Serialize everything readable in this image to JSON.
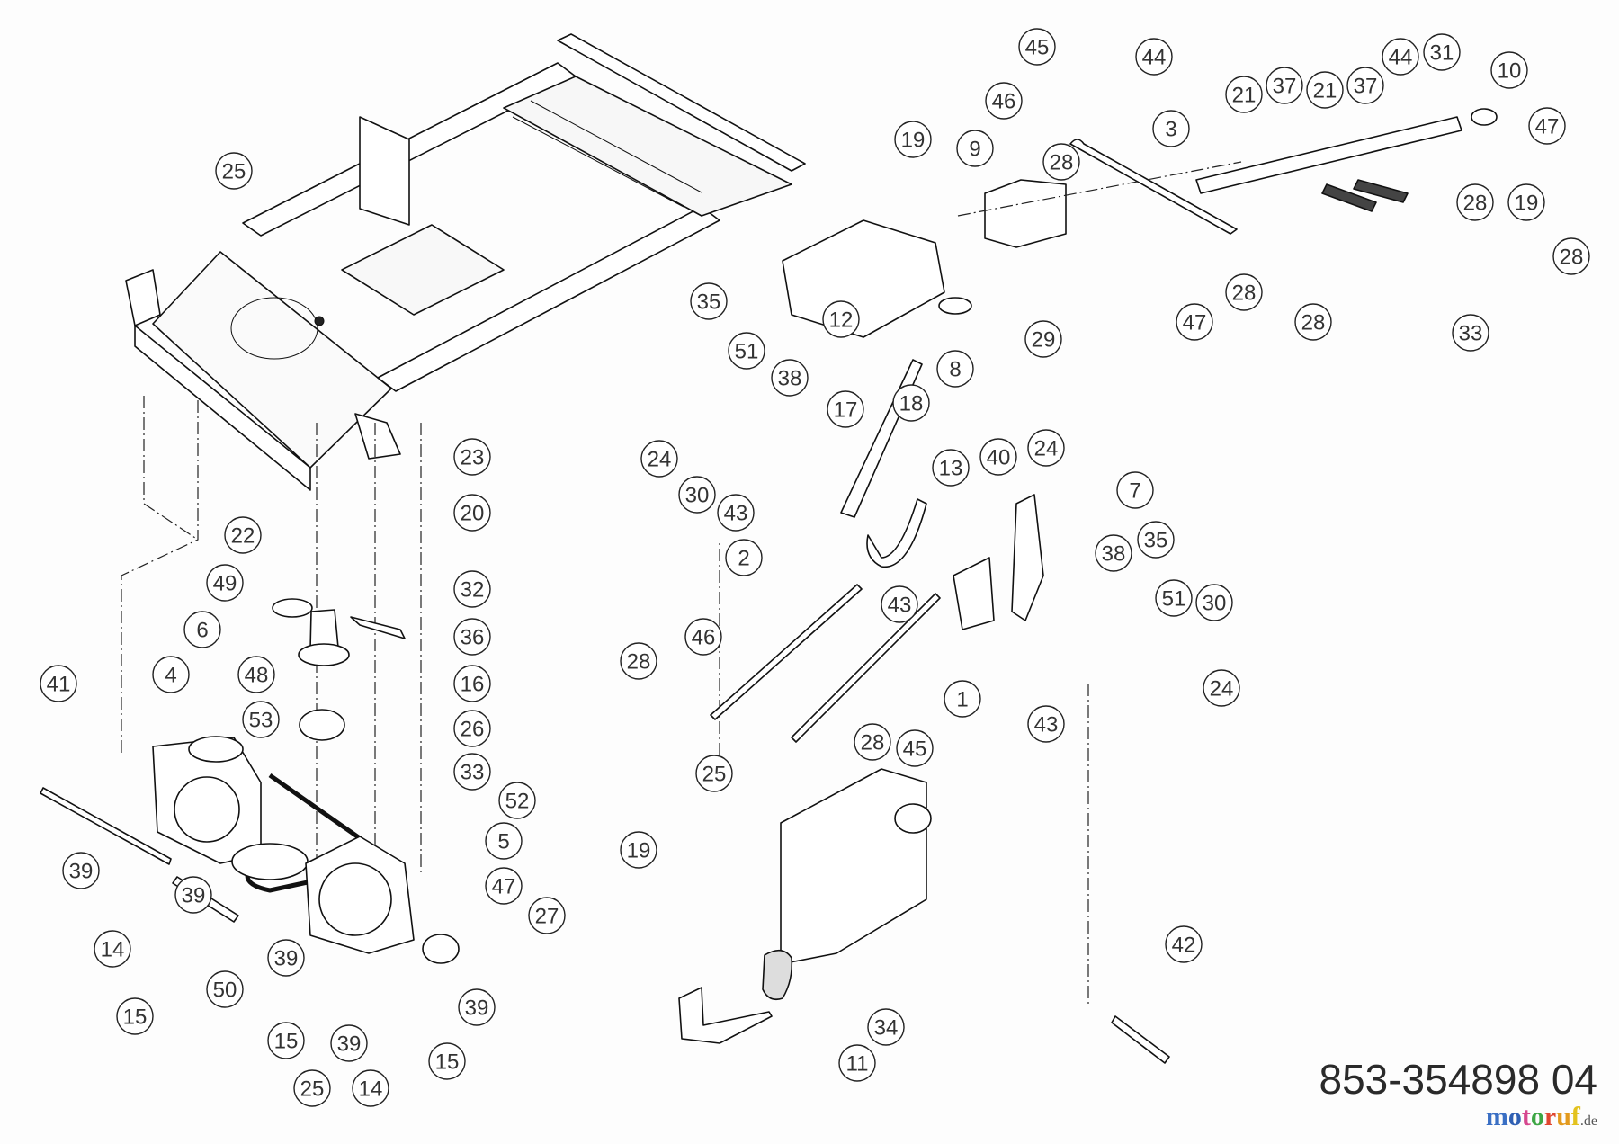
{
  "diagram": {
    "title": "Exploded parts diagram — frame, drive transmission and control linkage",
    "document_number": "853-354898 04",
    "watermark": {
      "letters": [
        "m",
        "o",
        "t",
        "o",
        "r",
        "u",
        "f"
      ],
      "letter_colors": [
        "#3a6fc4",
        "#2f5fb3",
        "#d6478f",
        "#3ea645",
        "#e0462f",
        "#e39a1e",
        "#e3c21e"
      ],
      "tld": ".de"
    },
    "callouts": [
      {
        "id": "c-25a",
        "label": "25"
      },
      {
        "id": "c-23",
        "label": "23"
      },
      {
        "id": "c-22",
        "label": "22"
      },
      {
        "id": "c-20",
        "label": "20"
      },
      {
        "id": "c-49",
        "label": "49"
      },
      {
        "id": "c-32",
        "label": "32"
      },
      {
        "id": "c-6",
        "label": "6"
      },
      {
        "id": "c-36",
        "label": "36"
      },
      {
        "id": "c-48",
        "label": "48"
      },
      {
        "id": "c-16",
        "label": "16"
      },
      {
        "id": "c-53",
        "label": "53"
      },
      {
        "id": "c-41",
        "label": "41"
      },
      {
        "id": "c-4",
        "label": "4"
      },
      {
        "id": "c-26",
        "label": "26"
      },
      {
        "id": "c-33a",
        "label": "33"
      },
      {
        "id": "c-52",
        "label": "52"
      },
      {
        "id": "c-5",
        "label": "5"
      },
      {
        "id": "c-47a",
        "label": "47"
      },
      {
        "id": "c-39a",
        "label": "39"
      },
      {
        "id": "c-39b",
        "label": "39"
      },
      {
        "id": "c-14a",
        "label": "14"
      },
      {
        "id": "c-15a",
        "label": "15"
      },
      {
        "id": "c-50",
        "label": "50"
      },
      {
        "id": "c-39c",
        "label": "39"
      },
      {
        "id": "c-15b",
        "label": "15"
      },
      {
        "id": "c-25b",
        "label": "25"
      },
      {
        "id": "c-39d",
        "label": "39"
      },
      {
        "id": "c-14b",
        "label": "14"
      },
      {
        "id": "c-27",
        "label": "27"
      },
      {
        "id": "c-39e",
        "label": "39"
      },
      {
        "id": "c-15c",
        "label": "15"
      },
      {
        "id": "c-35a",
        "label": "35"
      },
      {
        "id": "c-51a",
        "label": "51"
      },
      {
        "id": "c-38a",
        "label": "38"
      },
      {
        "id": "c-12",
        "label": "12"
      },
      {
        "id": "c-17",
        "label": "17"
      },
      {
        "id": "c-18",
        "label": "18"
      },
      {
        "id": "c-8",
        "label": "8"
      },
      {
        "id": "c-24a",
        "label": "24"
      },
      {
        "id": "c-30a",
        "label": "30"
      },
      {
        "id": "c-43a",
        "label": "43"
      },
      {
        "id": "c-13",
        "label": "13"
      },
      {
        "id": "c-40",
        "label": "40"
      },
      {
        "id": "c-24b",
        "label": "24"
      },
      {
        "id": "c-7",
        "label": "7"
      },
      {
        "id": "c-2",
        "label": "2"
      },
      {
        "id": "c-43b",
        "label": "43"
      },
      {
        "id": "c-38b",
        "label": "38"
      },
      {
        "id": "c-35b",
        "label": "35"
      },
      {
        "id": "c-51b",
        "label": "51"
      },
      {
        "id": "c-30b",
        "label": "30"
      },
      {
        "id": "c-24c",
        "label": "24"
      },
      {
        "id": "c-1",
        "label": "1"
      },
      {
        "id": "c-43c",
        "label": "43"
      },
      {
        "id": "c-46a",
        "label": "46"
      },
      {
        "id": "c-28a",
        "label": "28"
      },
      {
        "id": "c-45a",
        "label": "45"
      },
      {
        "id": "c-28b",
        "label": "28"
      },
      {
        "id": "c-25c",
        "label": "25"
      },
      {
        "id": "c-19a",
        "label": "19"
      },
      {
        "id": "c-34",
        "label": "34"
      },
      {
        "id": "c-11",
        "label": "11"
      },
      {
        "id": "c-42",
        "label": "42"
      },
      {
        "id": "c-29",
        "label": "29"
      },
      {
        "id": "c-45b",
        "label": "45"
      },
      {
        "id": "c-46b",
        "label": "46"
      },
      {
        "id": "c-19b",
        "label": "19"
      },
      {
        "id": "c-9",
        "label": "9"
      },
      {
        "id": "c-28c",
        "label": "28"
      },
      {
        "id": "c-3",
        "label": "3"
      },
      {
        "id": "c-44a",
        "label": "44"
      },
      {
        "id": "c-21a",
        "label": "21"
      },
      {
        "id": "c-37a",
        "label": "37"
      },
      {
        "id": "c-21b",
        "label": "21"
      },
      {
        "id": "c-37b",
        "label": "37"
      },
      {
        "id": "c-44b",
        "label": "44"
      },
      {
        "id": "c-31",
        "label": "31"
      },
      {
        "id": "c-10",
        "label": "10"
      },
      {
        "id": "c-47b",
        "label": "47"
      },
      {
        "id": "c-28d",
        "label": "28"
      },
      {
        "id": "c-19c",
        "label": "19"
      },
      {
        "id": "c-28e",
        "label": "28"
      },
      {
        "id": "c-47c",
        "label": "47"
      },
      {
        "id": "c-28f",
        "label": "28"
      },
      {
        "id": "c-28g",
        "label": "28"
      },
      {
        "id": "c-33b",
        "label": "33"
      }
    ]
  }
}
